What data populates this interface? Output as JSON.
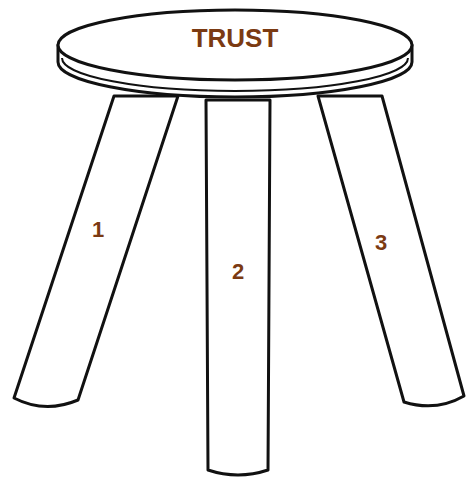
{
  "diagram": {
    "nodes": [
      {
        "text": [
          "TRUST"
        ]
      },
      {
        "text": [
          "1"
        ]
      },
      {
        "text": [
          "2"
        ]
      },
      {
        "text": [
          "3"
        ]
      }
    ]
  }
}
